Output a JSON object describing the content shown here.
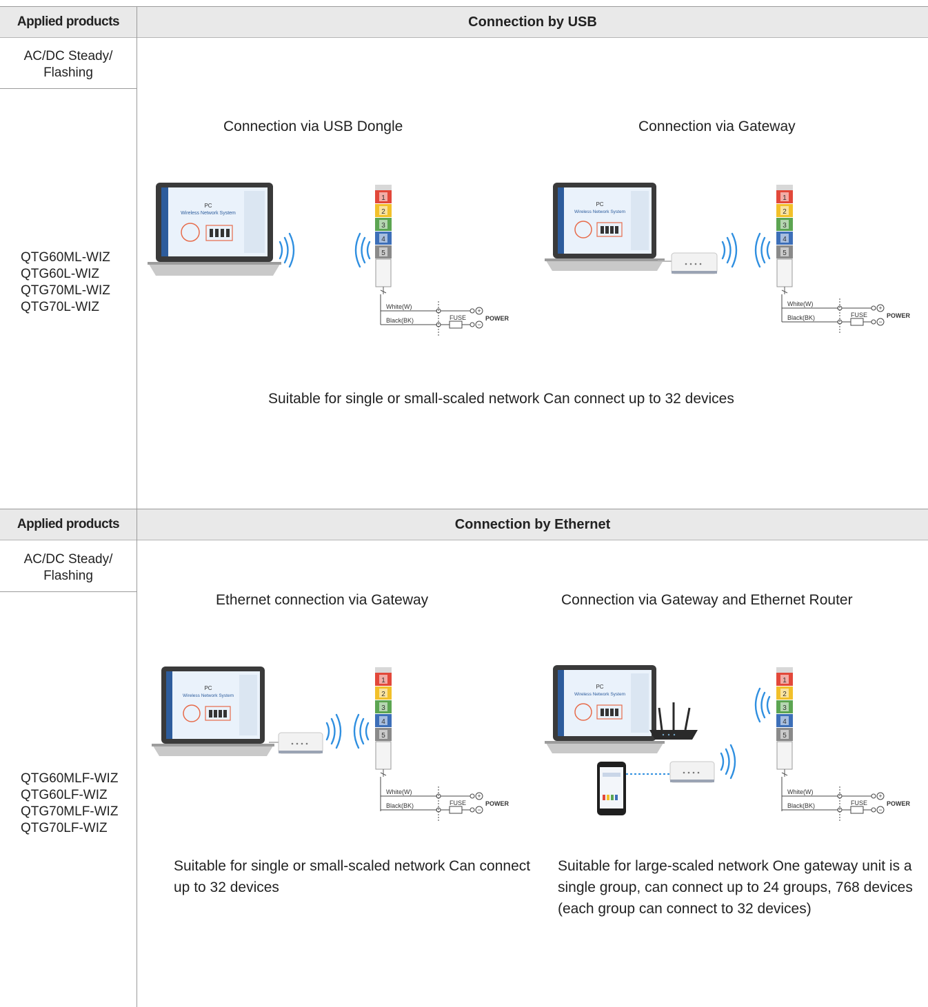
{
  "usb_section": {
    "header_left": "Applied products",
    "header_right": "Connection by USB",
    "category": [
      "AC/DC Steady/",
      "Flashing"
    ],
    "products": [
      "QTG60ML-WIZ",
      "QTG60L-WIZ",
      "QTG70ML-WIZ",
      "QTG70L-WIZ"
    ],
    "option1_title": "Connection via USB Dongle",
    "option2_title": "Connection via Gateway",
    "description": "Suitable for single or small-scaled network Can connect up to 32 devices"
  },
  "ethernet_section": {
    "header_left": "Applied products",
    "header_right": "Connection by Ethernet",
    "category": [
      "AC/DC Steady/",
      "Flashing"
    ],
    "products": [
      "QTG60MLF-WIZ",
      "QTG60LF-WIZ",
      "QTG70MLF-WIZ",
      "QTG70LF-WIZ"
    ],
    "option1_title": "Ethernet connection via Gateway",
    "option2_title": "Connection via Gateway and Ethernet Router",
    "description1": "Suitable for single or small-scaled network Can connect up to 32 devices",
    "description2": "Suitable for large-scaled network One gateway unit is a single group, can connect up to 24 groups, 768 devices (each group can connect to 32 devices)"
  },
  "diagram_labels": {
    "screen_title": "PC",
    "screen_subtitle": "Wireless Network System",
    "tier_numbers": [
      "1",
      "2",
      "3",
      "4",
      "5"
    ],
    "wire_white": "White(W)",
    "wire_black": "Black(BK)",
    "fuse": "FUSE",
    "power": "POWER",
    "plus": "+",
    "minus": "−"
  },
  "colors": {
    "tier1": "#e2483a",
    "tier2": "#f2c02a",
    "tier3": "#5ca552",
    "tier4": "#3d6fb8",
    "tier5": "#8a8a8a",
    "signal": "#2f8fe0",
    "header_bg": "#e9e9e9"
  }
}
